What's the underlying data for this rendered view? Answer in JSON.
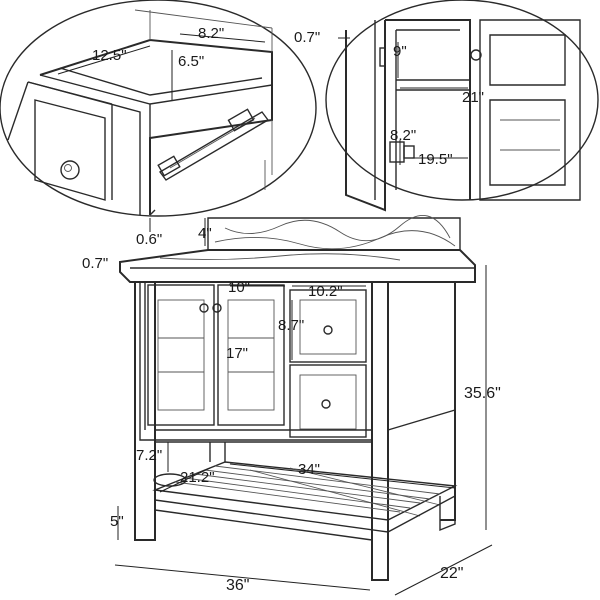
{
  "dimensions": {
    "drawer_depth": "12.5\"",
    "drawer_width_inner": "8.2\"",
    "drawer_height_inner": "6.5\"",
    "drawer_front_thickness": "0.6\"",
    "door_panel_thickness": "0.7\"",
    "shelf_gap": "9\"",
    "cabinet_inner_width": "21\"",
    "cabinet_inner_height": "8.2\"",
    "cabinet_inner_depth": "19.5\"",
    "backsplash_height": "4\"",
    "top_thickness": "0.7\"",
    "door_width": "10\"",
    "drawer_front_width": "10.2\"",
    "drawer_front_height": "8.7\"",
    "door_height": "17\"",
    "total_height": "35.6\"",
    "shelf_clearance": "7.2\"",
    "shelf_depth": "21.2\"",
    "shelf_width": "34\"",
    "leg_clearance": "5\"",
    "total_width": "36\"",
    "total_depth": "22\""
  }
}
